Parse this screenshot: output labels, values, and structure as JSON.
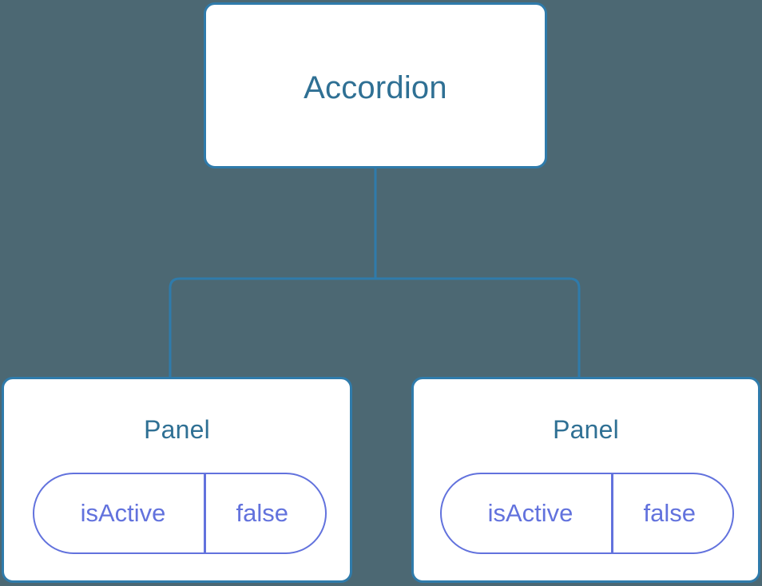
{
  "diagram": {
    "type": "component-tree",
    "background_color": "#4c6873",
    "node_border_color": "#2f7bab",
    "node_fill_color": "#ffffff",
    "node_title_color": "#2f7094",
    "prop_color": "#6272dd",
    "edge_color": "#2f7bab",
    "root": {
      "label": "Accordion"
    },
    "children": [
      {
        "label": "Panel",
        "props": [
          {
            "key": "isActive",
            "value": "false"
          }
        ]
      },
      {
        "label": "Panel",
        "props": [
          {
            "key": "isActive",
            "value": "false"
          }
        ]
      }
    ]
  }
}
